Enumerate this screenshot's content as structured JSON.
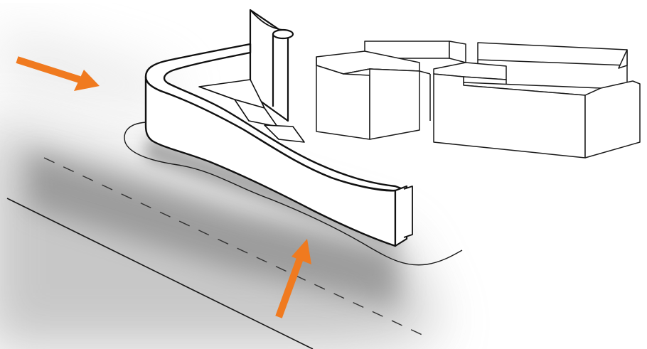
{
  "diagram": {
    "kind": "architectural-sketch",
    "elements": [
      "road-with-shadow",
      "road-centerline-dashed",
      "site-curb-outline",
      "curved-wall-building",
      "background-block-buildings",
      "approach-arrow-left",
      "approach-arrow-bottom"
    ]
  },
  "colors": {
    "arrow": "#f07a1f",
    "line": "#1a1a1a",
    "shadow": "#6b6b6b",
    "background": "#ffffff"
  }
}
